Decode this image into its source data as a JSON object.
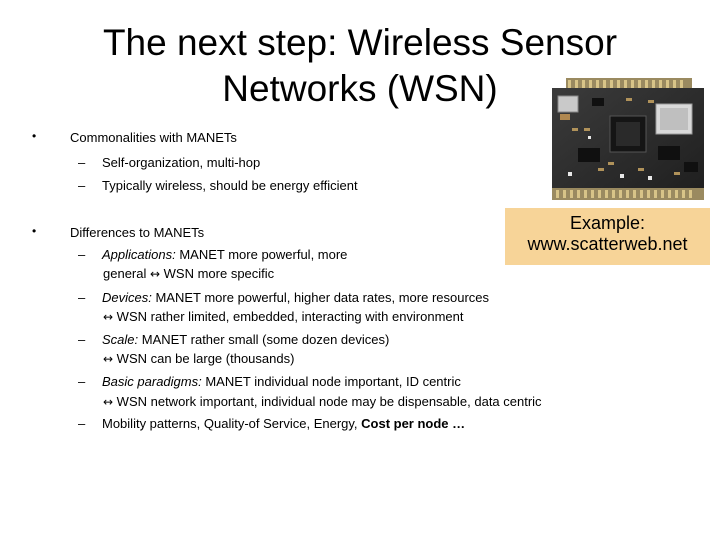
{
  "title": {
    "line1": "The next step: Wireless Sensor",
    "line2": "Networks (WSN)"
  },
  "example": {
    "line1": "Example:",
    "line2": "www.scatterweb.net",
    "bg_color": "#f7d498"
  },
  "image": {
    "icon": "sensor-board-photo"
  },
  "bullets": {
    "b1": {
      "heading": "Commonalities with MANETs",
      "s1": "Self-organization, multi-hop",
      "s2": "Typically wireless, should be energy efficient"
    },
    "b2": {
      "heading": "Differences to MANETs",
      "apps_label": "Applications:",
      "apps_text": " MANET more powerful, more",
      "apps_cont": " WSN more specific",
      "apps_cont_prefix": "general ",
      "dev_label": "Devices:",
      "dev_text": " MANET more powerful, higher data rates, more resources",
      "dev_cont": " WSN rather limited, embedded, interacting with environment",
      "scale_label": "Scale:",
      "scale_text": " MANET rather small (some dozen devices)",
      "scale_cont": " WSN can be large (thousands)",
      "basic_label": "Basic paradigms:",
      "basic_text": " MANET individual node important, ID centric",
      "basic_cont": " WSN network important, individual node may be dispensable, data centric",
      "mob_text": "Mobility patterns, Quality-of Service, Energy, ",
      "mob_bold": "Cost per node …"
    },
    "bullet_char": "•",
    "dash_char": "–",
    "arrow_char": "↔"
  }
}
